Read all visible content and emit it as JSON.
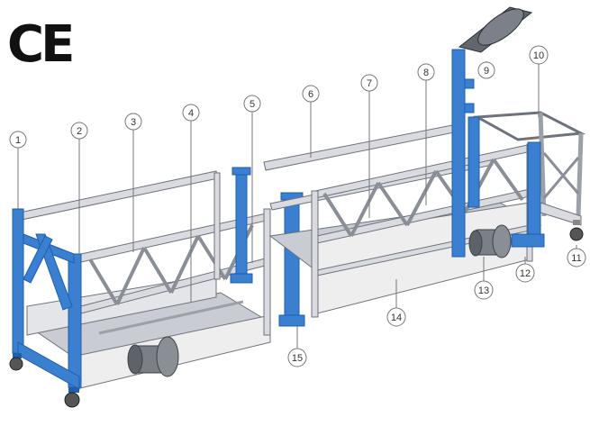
{
  "mark": "CE",
  "colors": {
    "frame_blue": "#3a7fd0",
    "frame_blue_dark": "#1f5fae",
    "rail_gray": "#d9dbe0",
    "rail_outline": "#6d727b",
    "floor": "#c9ccd2",
    "panel": "#eeeeef",
    "motor": "#7b7f86",
    "callout_line": "#777777"
  },
  "callouts": [
    {
      "id": 1,
      "label": "1"
    },
    {
      "id": 2,
      "label": "2"
    },
    {
      "id": 3,
      "label": "3"
    },
    {
      "id": 4,
      "label": "4"
    },
    {
      "id": 5,
      "label": "5"
    },
    {
      "id": 6,
      "label": "6"
    },
    {
      "id": 7,
      "label": "7"
    },
    {
      "id": 8,
      "label": "8"
    },
    {
      "id": 9,
      "label": "9"
    },
    {
      "id": 10,
      "label": "10"
    },
    {
      "id": 11,
      "label": "11"
    },
    {
      "id": 12,
      "label": "12"
    },
    {
      "id": 13,
      "label": "13"
    },
    {
      "id": 14,
      "label": "14"
    },
    {
      "id": 15,
      "label": "15"
    }
  ]
}
